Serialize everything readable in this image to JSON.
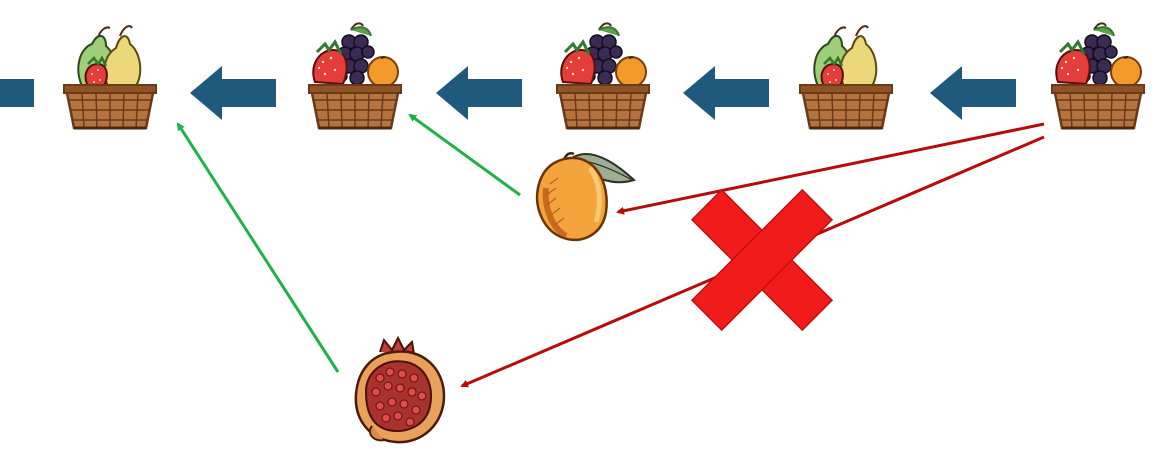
{
  "diagram": {
    "basket_sequence": [
      {
        "contents": "pears-and-strawberry"
      },
      {
        "contents": "strawberry-grapes-orange"
      },
      {
        "contents": "strawberry-grapes-orange"
      },
      {
        "contents": "pears-and-strawberry"
      },
      {
        "contents": "strawberry-grapes-orange"
      }
    ],
    "fruits": [
      {
        "name": "peach"
      },
      {
        "name": "pomegranate"
      }
    ],
    "colors": {
      "flow_arrow": "#1f5a7d",
      "accept_arrow": "#1fb24a",
      "reject_arrow": "#b50b0b",
      "cross": "#f21b1b",
      "basket": "#b5743f",
      "basket_dark": "#6b3a17",
      "pear_green": "#9fcf7a",
      "pear_yellow": "#ecd879",
      "strawberry": "#e53c3c",
      "grapes": "#3a2b52",
      "orange": "#f49a2b",
      "peach": "#f2a33c",
      "pomegranate": "#a8322e"
    },
    "icons": {
      "flow": "left-arrow-icon",
      "reject": "cross-icon"
    }
  }
}
